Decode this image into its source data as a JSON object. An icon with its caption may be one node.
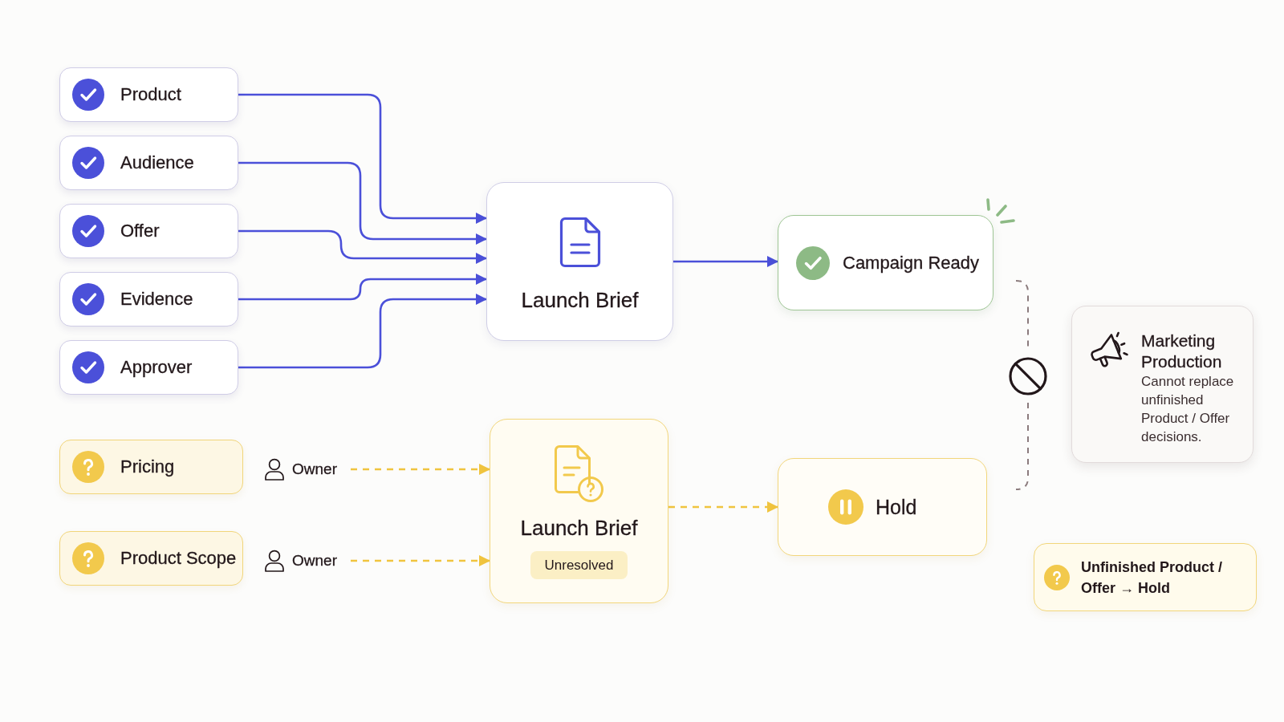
{
  "diagram": {
    "nodes": [
      {
        "text": [
          "Product"
        ]
      },
      {
        "text": [
          "Audience"
        ]
      },
      {
        "text": [
          "Offer"
        ]
      },
      {
        "text": [
          "Evidence"
        ]
      },
      {
        "text": [
          "Approver"
        ]
      },
      {
        "text": [
          "Launch Brief"
        ]
      },
      {
        "text": [
          "Campaign Ready"
        ]
      },
      {
        "text": [
          "Marketing Production",
          "Cannot replace unfinished Product / Offer decisions."
        ]
      },
      {
        "text": [
          "Pricing"
        ]
      },
      {
        "text": [
          "Owner"
        ]
      },
      {
        "text": [
          "Launch Brief"
        ]
      },
      {
        "text": [
          "Unresolved"
        ],
        "in": 10
      },
      {
        "text": [
          "Hold"
        ]
      },
      {
        "text": [
          "Product Scope"
        ]
      },
      {
        "text": [
          "Owner"
        ]
      },
      {
        "text": [
          "Unfinished Product / Offer → Hold"
        ]
      }
    ],
    "edges": [
      {
        "from": 0,
        "to": 5,
        "arrow": "to"
      },
      {
        "from": 1,
        "to": 5,
        "arrow": "to"
      },
      {
        "from": 2,
        "to": 5,
        "arrow": "to"
      },
      {
        "from": 3,
        "to": 5,
        "arrow": "to"
      },
      {
        "from": 4,
        "to": 5,
        "arrow": "to"
      },
      {
        "from": 5,
        "to": 6,
        "arrow": "to"
      },
      {
        "from": 9,
        "to": 10,
        "arrow": "to",
        "style": "dashed",
        "color": "#f0c43f"
      },
      {
        "from": 14,
        "to": 10,
        "arrow": "to",
        "style": "dashed",
        "color": "#f0c43f"
      },
      {
        "from": 10,
        "to": 12,
        "arrow": "to",
        "style": "dashed",
        "color": "#f0c43f"
      }
    ]
  }
}
